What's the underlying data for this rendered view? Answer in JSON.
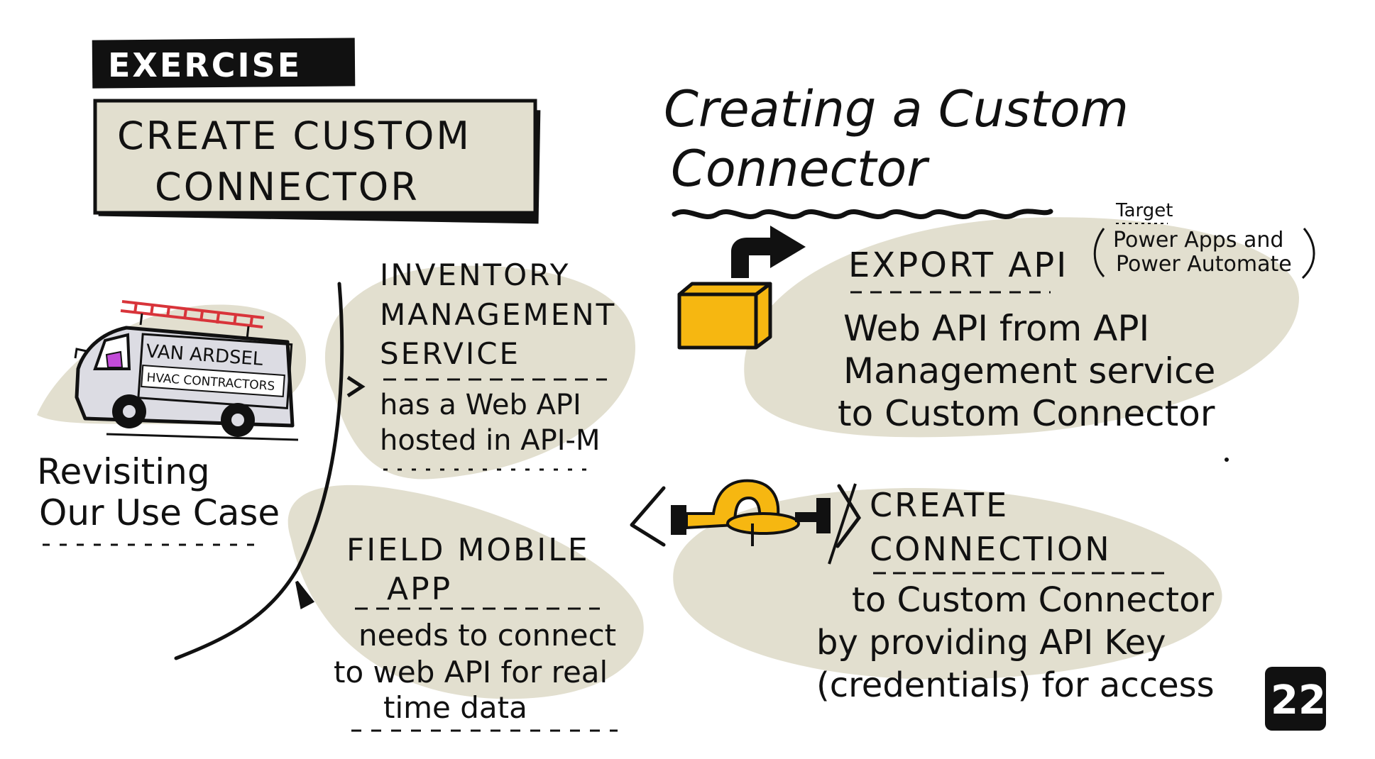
{
  "exercise_tag": "EXERCISE",
  "title": {
    "line1": "CREATE CUSTOM",
    "line2": "CONNECTOR"
  },
  "right_heading": {
    "line1": "Creating a Custom",
    "line2": "Connector"
  },
  "van": {
    "brand": "VAN ARDSEL",
    "sub": "HVAC CONTRACTORS"
  },
  "use_case": {
    "line1": "Revisiting",
    "line2": "Our Use Case"
  },
  "inventory": {
    "title_line1": "INVENTORY",
    "title_line2": "MANAGEMENT",
    "title_line3": "SERVICE",
    "desc_line1": "has a Web API",
    "desc_line2": "hosted in API-M"
  },
  "field_app": {
    "title_line1": "FIELD MOBILE",
    "title_line2": "APP",
    "desc_line1": "needs to connect",
    "desc_line2": "to web API for real",
    "desc_line3": "time data"
  },
  "export_api": {
    "title": "EXPORT API",
    "target_label": "Target",
    "target_line1": "Power Apps and",
    "target_line2": "Power Automate",
    "desc_line1": "Web API from API",
    "desc_line2": "Management service",
    "desc_line3": "to Custom Connector"
  },
  "create_connection": {
    "title_line1": "CREATE",
    "title_line2": "CONNECTION",
    "desc_line1": "to Custom Connector",
    "desc_line2": "by providing API Key",
    "desc_line3": "(credentials) for access"
  },
  "page_number": "22",
  "colors": {
    "blob": "#e2dfcf",
    "ink": "#111111",
    "box": "#f6b711",
    "van_body": "#dcdce3",
    "ladder": "#d8343a",
    "purple": "#c24bd8"
  }
}
